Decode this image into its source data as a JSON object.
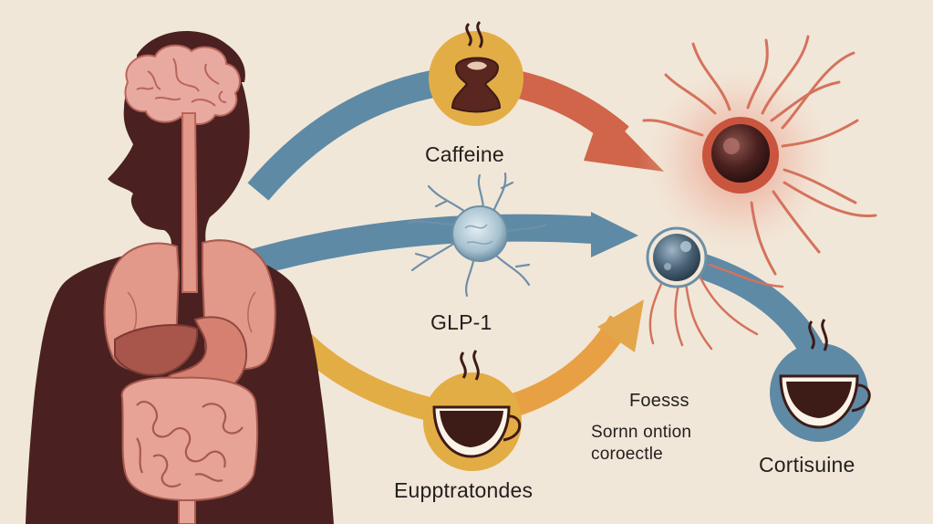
{
  "labels": {
    "caffeine": "Caffeine",
    "glp1": "GLP-1",
    "eupp": "Eupptratondes",
    "foess": "Foesss",
    "sornn_line1": "Sornn ontion",
    "sornn_line2": "coroectle",
    "cortisuine": "Cortisuine"
  },
  "colors": {
    "background": "#f1e7d8",
    "silhouette": "#4a2120",
    "organ_pink": "#e3998a",
    "blue_arrow": "#5e8aa6",
    "red_arrow": "#d0654a",
    "yellow_arrow": "#e3ad45",
    "coffee": "#3d1b16"
  },
  "icons": [
    "coffee-bean-icon",
    "coffee-cup-icon",
    "steam-icon",
    "neuron-icon",
    "cell-icon",
    "brain-icon"
  ]
}
